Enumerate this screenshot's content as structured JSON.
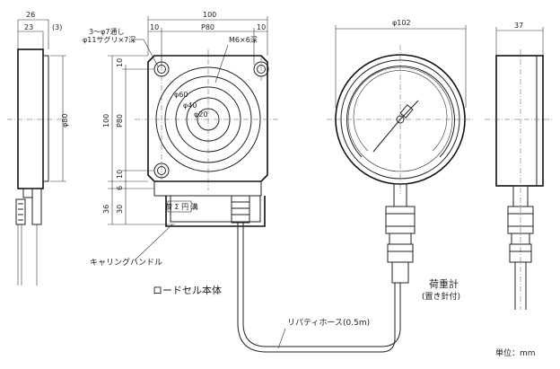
{
  "dimensions": {
    "side_total_width": "26",
    "side_body_width": "23",
    "side_gap": "(3)",
    "side_diameter": "φ80",
    "front_width": "100",
    "pitch_horizontal": "P80",
    "edge_10_left": "10",
    "edge_10_right": "10",
    "hole_spec_1": "3～φ7通し",
    "hole_spec_2": "φ11サグリ×7深",
    "tap_spec": "M6×6深",
    "front_height": "100",
    "pitch_vertical": "P80",
    "edge_10_top": "10",
    "edge_10_bottom": "10",
    "gap_6": "6",
    "dim_36": "36",
    "dim_30": "30",
    "ring_60": "φ60",
    "ring_40": "φ40",
    "ring_20": "φ20",
    "gauge_diameter": "φ102",
    "gauge_depth": "37"
  },
  "labels": {
    "groove": "荷 Σ 円 溝",
    "carrying_handle": "キャリングハンドル",
    "load_cell_body": "ロードセル本体",
    "flexible_hose": "リパティホース(0.5m)",
    "load_gauge": "荷重計",
    "load_gauge_sub": "(置き針付)",
    "unit": "単位：mm"
  }
}
